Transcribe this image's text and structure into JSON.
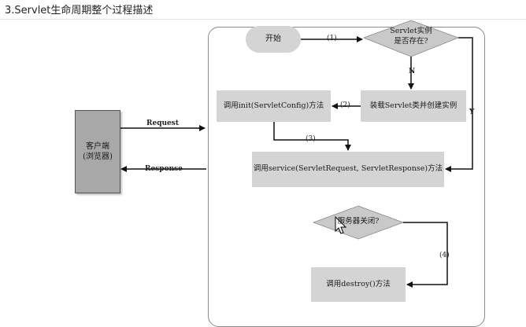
{
  "heading": "3.Servlet生命周期整个过程描述",
  "client": {
    "line1": "客户端",
    "line2": "(浏览器)"
  },
  "nodes": {
    "start": "开始",
    "exists_q_line1": "Servlet实例",
    "exists_q_line2": "是否存在?",
    "load": "装载Servlet类并创建实例",
    "init": "调用init(ServletConfig)方法",
    "service": "调用service(ServletRequest, ServletResponse)方法",
    "shutdown_q": "服务器关闭?",
    "destroy": "调用destroy()方法"
  },
  "edge_labels": {
    "step1": "(1)",
    "step2": "(2)",
    "step3": "(3)",
    "step4": "(4)",
    "no": "N",
    "yes": "Y",
    "request": "Request",
    "response": "Response"
  }
}
